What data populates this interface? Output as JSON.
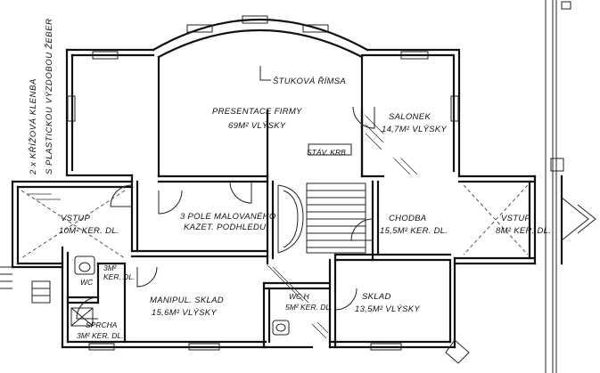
{
  "rooms": {
    "presentace": {
      "name": "PRESENTACE FIRMY",
      "area": "69M² VLÝSKY"
    },
    "salonek": {
      "name": "SALONEK",
      "area": "14,7M² VLÝSKY"
    },
    "vstup_left": {
      "name": "VSTUP",
      "area": "10M² KER. DL."
    },
    "pole": {
      "name": "3 POLE MALOVANÉHO",
      "area": "KAZET. PODHLEDU"
    },
    "chodba": {
      "name": "CHODBA",
      "area": "15,5M² KER. DL."
    },
    "vstup_right": {
      "name": "VSTUP",
      "area": "8M² KER. DL."
    },
    "manipul": {
      "name": "MANIPUL. SKLAD",
      "area": "15,6M² VLÝSKY"
    },
    "wc_h": {
      "name": "WC H",
      "area": "5M² KER. DL."
    },
    "sklad": {
      "name": "SKLAD",
      "area": "13,5M² VLÝSKY"
    },
    "wc_small": {
      "name": "WC"
    },
    "wc_area": {
      "area": "3M²",
      "finish": "KER. DL."
    },
    "sprcha": {
      "name": "SPRCHA",
      "area": "3M² KER. DL."
    }
  },
  "annotations": {
    "stukova_rimsa": "ŠTUKOVÁ ŘÍMSA",
    "stav_krb": "STÁV. KRB",
    "vertical_line1": "2 x KŘÍŽOVÁ KLENBA",
    "vertical_line2": "S PLASTICKOU VÝZDOBOU ŽEBER"
  }
}
